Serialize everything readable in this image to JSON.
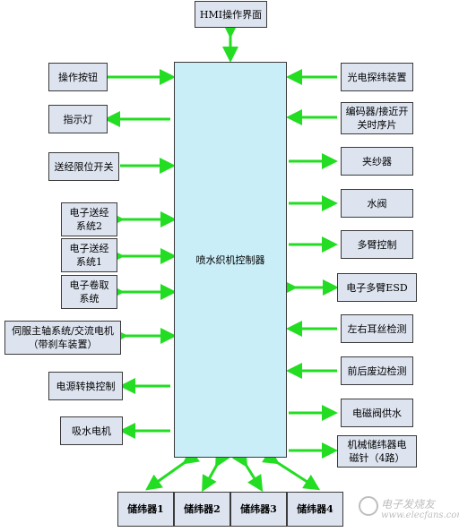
{
  "top": {
    "hmi": "HMI操作界面"
  },
  "controller": {
    "label": "喷水织机控制器"
  },
  "left": [
    "操作按钮",
    "指示灯",
    "送经限位开关",
    "电子送经\n系统2",
    "电子送经\n系统1",
    "电子卷取\n系统",
    "伺服主轴系统/交流电机\n（带刹车装置）",
    "电源转换控制",
    "吸水电机"
  ],
  "right": [
    "光电探纬装置",
    "编码器/接近开\n关时序片",
    "夹纱器",
    "水阀",
    "多臂控制",
    "电子多臂ESD",
    "左右耳丝检测",
    "前后废边检测",
    "电磁阀供水",
    "机械储纬器电\n磁针（4路）"
  ],
  "bottom": [
    "储纬器1",
    "储纬器2",
    "储纬器3",
    "储纬器4"
  ],
  "watermark": {
    "text": "电子发烧友",
    "url": "www.elecfans.com"
  },
  "colors": {
    "arrow": "#22dd22",
    "box": "#dde4f0",
    "controller": "#c9eef7"
  }
}
